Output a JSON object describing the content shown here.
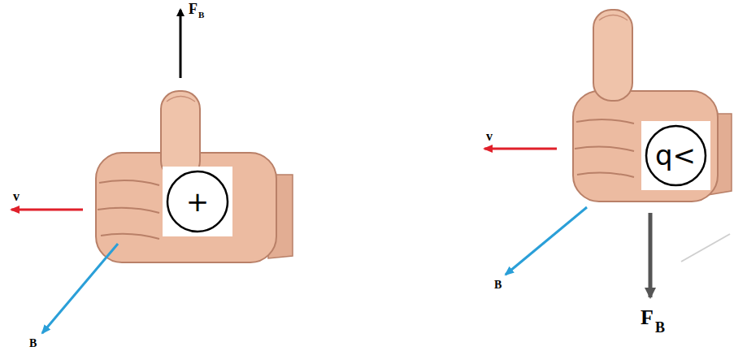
{
  "diagram": {
    "nodes": [
      {
        "text": [
          "+"
        ]
      },
      {
        "text": [
          "q<"
        ]
      }
    ],
    "labels": [
      "F",
      "B",
      "v",
      "B",
      "v",
      "B",
      "F",
      "B"
    ]
  }
}
